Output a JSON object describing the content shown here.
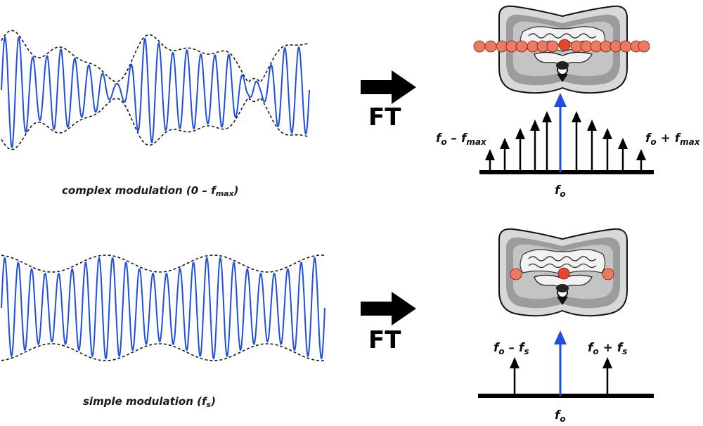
{
  "colors": {
    "signal": "#1f4fe0",
    "envelope": "#1a1a1a",
    "carrier_arrow": "#1f4fe0",
    "sideband_arrow": "#000000",
    "dot_fill": "#e8452f",
    "dot_light": "#ec7a62",
    "tissue_outer": "#d6d6d6",
    "tissue_mid": "#9a9a9a",
    "tissue_inner": "#c8c8c8",
    "gut": "#efefef"
  },
  "top": {
    "signal_label": {
      "prefix": "complex modulation (0 – ",
      "f_main": "f",
      "f_sub": "max",
      "suffix": ")"
    },
    "arrow_label": "FT",
    "spectrum": {
      "left_label": {
        "f": "f",
        "o": "o",
        "minus": " – ",
        "f2": "f",
        "sub2": "max"
      },
      "right_label": {
        "f": "f",
        "o": "o",
        "plus": " + ",
        "f2": "f",
        "sub2": "max"
      },
      "center_label": {
        "f": "f",
        "o": "o"
      }
    }
  },
  "bottom": {
    "signal_label": {
      "prefix": "simple modulation (",
      "f_main": "f",
      "f_sub": "s",
      "suffix": ")"
    },
    "arrow_label": "FT",
    "spectrum": {
      "left_label": {
        "f": "f",
        "o": "o",
        "minus": " – ",
        "f2": "f",
        "sub2": "s"
      },
      "right_label": {
        "f": "f",
        "o": "o",
        "plus": " + ",
        "f2": "f",
        "sub2": "s"
      },
      "center_label": {
        "f": "f",
        "o": "o"
      }
    }
  },
  "icons": [
    "arrow-right-icon",
    "abdomen-cross-section-icon"
  ]
}
